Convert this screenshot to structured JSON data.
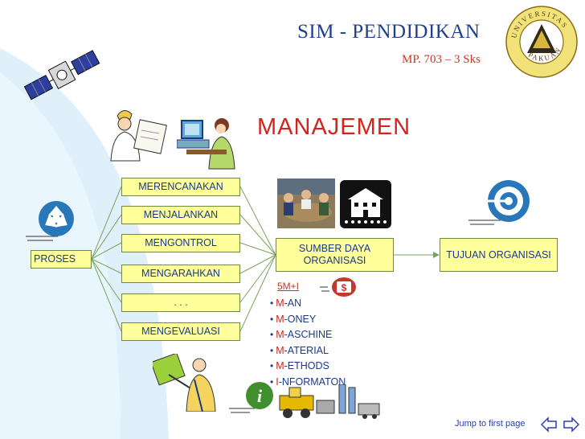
{
  "header": {
    "title": "SIM - PENDIDIKAN",
    "subtitle": "MP. 703 – 3 Sks",
    "logo_text_top": "UNIVERSITAS",
    "logo_text_bottom": "PAKUAN"
  },
  "main_title": "MANAJEMEN",
  "left_box": "PROSES",
  "process_items": [
    "MERENCANAKAN",
    "MENJALANKAN",
    "MENGONTROL",
    "MENGARAHKAN",
    ". . .",
    "MENGEVALUASI"
  ],
  "resources_box": "SUMBER DAYA ORGANISASI",
  "goal_box": "TUJUAN ORGANISASI",
  "m_header": "5M+I",
  "m_items": [
    {
      "first": "M",
      "rest": "-AN"
    },
    {
      "first": "M",
      "rest": "-ONEY"
    },
    {
      "first": "M",
      "rest": "-ASCHINE"
    },
    {
      "first": "M",
      "rest": "-ATERIAL"
    },
    {
      "first": "M",
      "rest": "-ETHODS"
    },
    {
      "first": "I",
      "rest": "-NFORMATON"
    }
  ],
  "footer": {
    "jump_label": "Jump to first page"
  },
  "colors": {
    "accent_blue": "#1f3f8f",
    "accent_red": "#d4241e",
    "box_fill": "#ffff9c",
    "swoosh": "#d9eefb"
  },
  "icons": [
    "satellite-icon",
    "architect-clipart-icon",
    "computer-user-clipart-icon",
    "recycle-icon",
    "meeting-photo-icon",
    "building-icon",
    "target-icon",
    "money-icon",
    "teacher-clipart-icon",
    "info-icon",
    "machinery-icon",
    "nav-arrows-icon"
  ]
}
